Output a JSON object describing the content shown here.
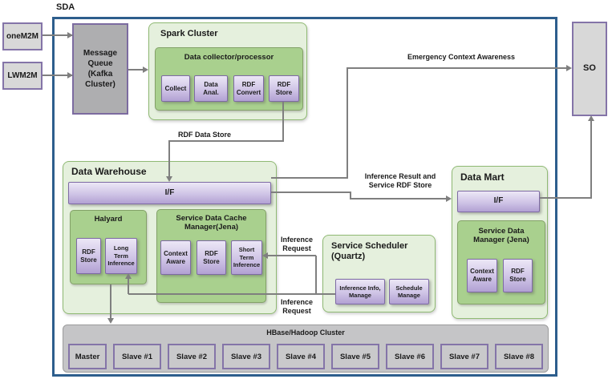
{
  "frame": {
    "title": "SDA"
  },
  "sources": {
    "onem2m": "oneM2M",
    "lwm2m": "LWM2M"
  },
  "message_queue": {
    "label": "Message Queue (Kafka Cluster)"
  },
  "so": {
    "label": "SO"
  },
  "spark": {
    "title": "Spark Cluster",
    "processor_title": "Data collector/processor",
    "chips": [
      "Collect",
      "Data Anal.",
      "RDF Convert",
      "RDF Store"
    ]
  },
  "flows": {
    "rdf_data_store": "RDF Data Store",
    "emergency": "Emergency Context Awareness",
    "inference_result": "Inference Result and Service RDF Store",
    "inference_request_top": "Inference Request",
    "inference_request_bottom": "Inference Request"
  },
  "data_warehouse": {
    "title": "Data Warehouse",
    "interface": "I/F",
    "halyard": {
      "title": "Halyard",
      "chips": [
        "RDF Store",
        "Long Term Inference"
      ]
    },
    "cache_manager": {
      "title": "Service Data Cache Manager(Jena)",
      "chips": [
        "Context Aware",
        "RDF Store",
        "Short Term Inference"
      ]
    }
  },
  "scheduler": {
    "title": "Service Scheduler (Quartz)",
    "chips": [
      "Inference Info, Manage",
      "Schedule Manage"
    ]
  },
  "data_mart": {
    "title": "Data Mart",
    "interface": "I/F",
    "manager": {
      "title": "Service Data Manager (Jena)",
      "chips": [
        "Context Aware",
        "RDF Store"
      ]
    }
  },
  "hbase": {
    "title": "HBase/Hadoop Cluster",
    "nodes": [
      "Master",
      "Slave #1",
      "Slave #2",
      "Slave #3",
      "Slave #4",
      "Slave #5",
      "Slave #6",
      "Slave #7",
      "Slave #8"
    ]
  },
  "colors": {
    "sda_border": "#2d5e8d",
    "green_light": "#e5f0dd",
    "green_mid": "#a9d08e",
    "chip_purple": "#b2a1d3",
    "purple_border": "#7e6aa5",
    "gray_node": "#d8d8d8",
    "gray_dark": "#aeaeb0",
    "line": "#7f7f7f"
  }
}
